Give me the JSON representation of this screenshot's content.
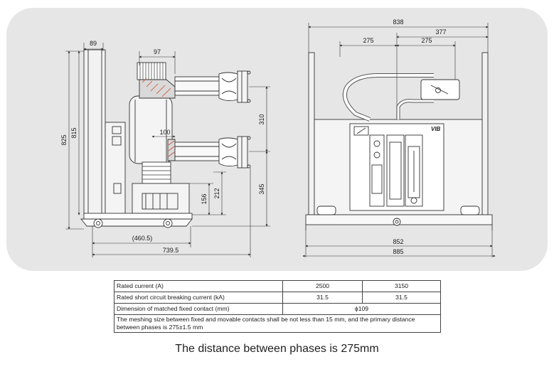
{
  "dimensions": {
    "side": {
      "d89": "89",
      "d97": "97",
      "d825": "825",
      "d815": "815",
      "d310": "310",
      "d100": "100",
      "d345": "345",
      "d156": "156",
      "d212": "212",
      "d460_5": "(460.5)",
      "d739_5": "739.5"
    },
    "front": {
      "d838": "838",
      "d377": "377",
      "d275_left": "275",
      "d275_right": "275",
      "d852": "852",
      "d885": "885",
      "panel_label": "VIB"
    }
  },
  "table": {
    "rows": [
      {
        "label": "Rated current (A)",
        "v1": "2500",
        "v2": "3150"
      },
      {
        "label": "Rated short circuit breaking current (kA)",
        "v1": "31.5",
        "v2": "31.5"
      },
      {
        "label": "Dimension of matched fixed contact (mm)",
        "merged": "ϕ109"
      }
    ],
    "note": "The meshing size between fixed and movable contacts shall be not less than 15 mm, and the primary distance between phases is 275±1.5 mm"
  },
  "caption": "The distance between phases is 275mm"
}
